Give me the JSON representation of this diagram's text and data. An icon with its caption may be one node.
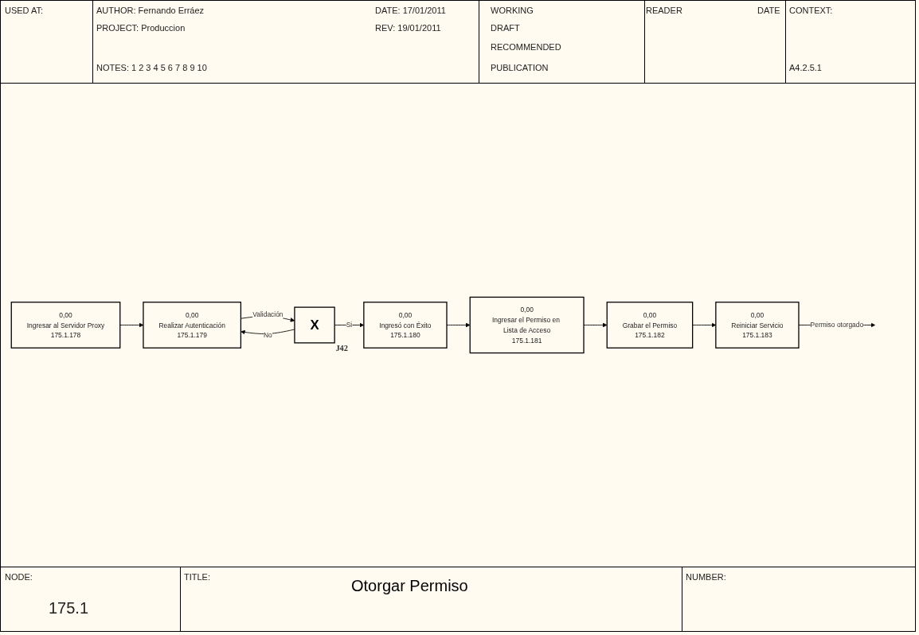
{
  "diagram": {
    "title": "Otorgar Permiso",
    "nodes": [
      {
        "text": [
          "0,00",
          "Ingresar al Servidor Proxy",
          "175.1.178"
        ]
      },
      {
        "text": [
          "0,00",
          "Realizar Autenticación",
          "175.1.179"
        ]
      },
      {
        "text": [
          "X"
        ],
        "beside": [
          "J42"
        ]
      },
      {
        "text": [
          "0,00",
          "Ingresó con Éxito",
          "175.1.180"
        ]
      },
      {
        "text": [
          "0,00",
          "Ingresar el Permiso en Lista de Acceso",
          "175.1.181"
        ]
      },
      {
        "text": [
          "0,00",
          "Grabar el Permiso",
          "175.1.182"
        ]
      },
      {
        "text": [
          "0,00",
          "Reiniciar Servicio",
          "175.1.183"
        ]
      }
    ],
    "edges": [
      {
        "from": 0,
        "to": 1,
        "arrow": "to"
      },
      {
        "from": 1,
        "to": 2,
        "label": "Validación",
        "arrow": "to"
      },
      {
        "from": 2,
        "to": 3,
        "label": "Si",
        "arrow": "to"
      },
      {
        "from": 2,
        "to": 1,
        "label": "No",
        "arrow": "to"
      },
      {
        "from": 3,
        "to": 4,
        "arrow": "to"
      },
      {
        "from": 4,
        "to": 5,
        "arrow": "to"
      },
      {
        "from": 5,
        "to": 6,
        "arrow": "to"
      },
      {
        "from": 6,
        "to": null,
        "label": "Permiso otorgado",
        "arrow": "to"
      }
    ],
    "labels": [
      "USED AT:",
      "AUTHOR: Fernando Erráez",
      "DATE: 17/01/2011",
      "WORKING",
      "READER",
      "DATE",
      "CONTEXT:",
      "PROJECT: Produccion",
      "REV: 19/01/2011",
      "DRAFT",
      "RECOMMENDED",
      "NOTES: 1 2 3 4 5 6 7 8 9 10",
      "PUBLICATION",
      "A4.2.5.1",
      "NODE:",
      "175.1",
      "TITLE:",
      "NUMBER:"
    ]
  }
}
